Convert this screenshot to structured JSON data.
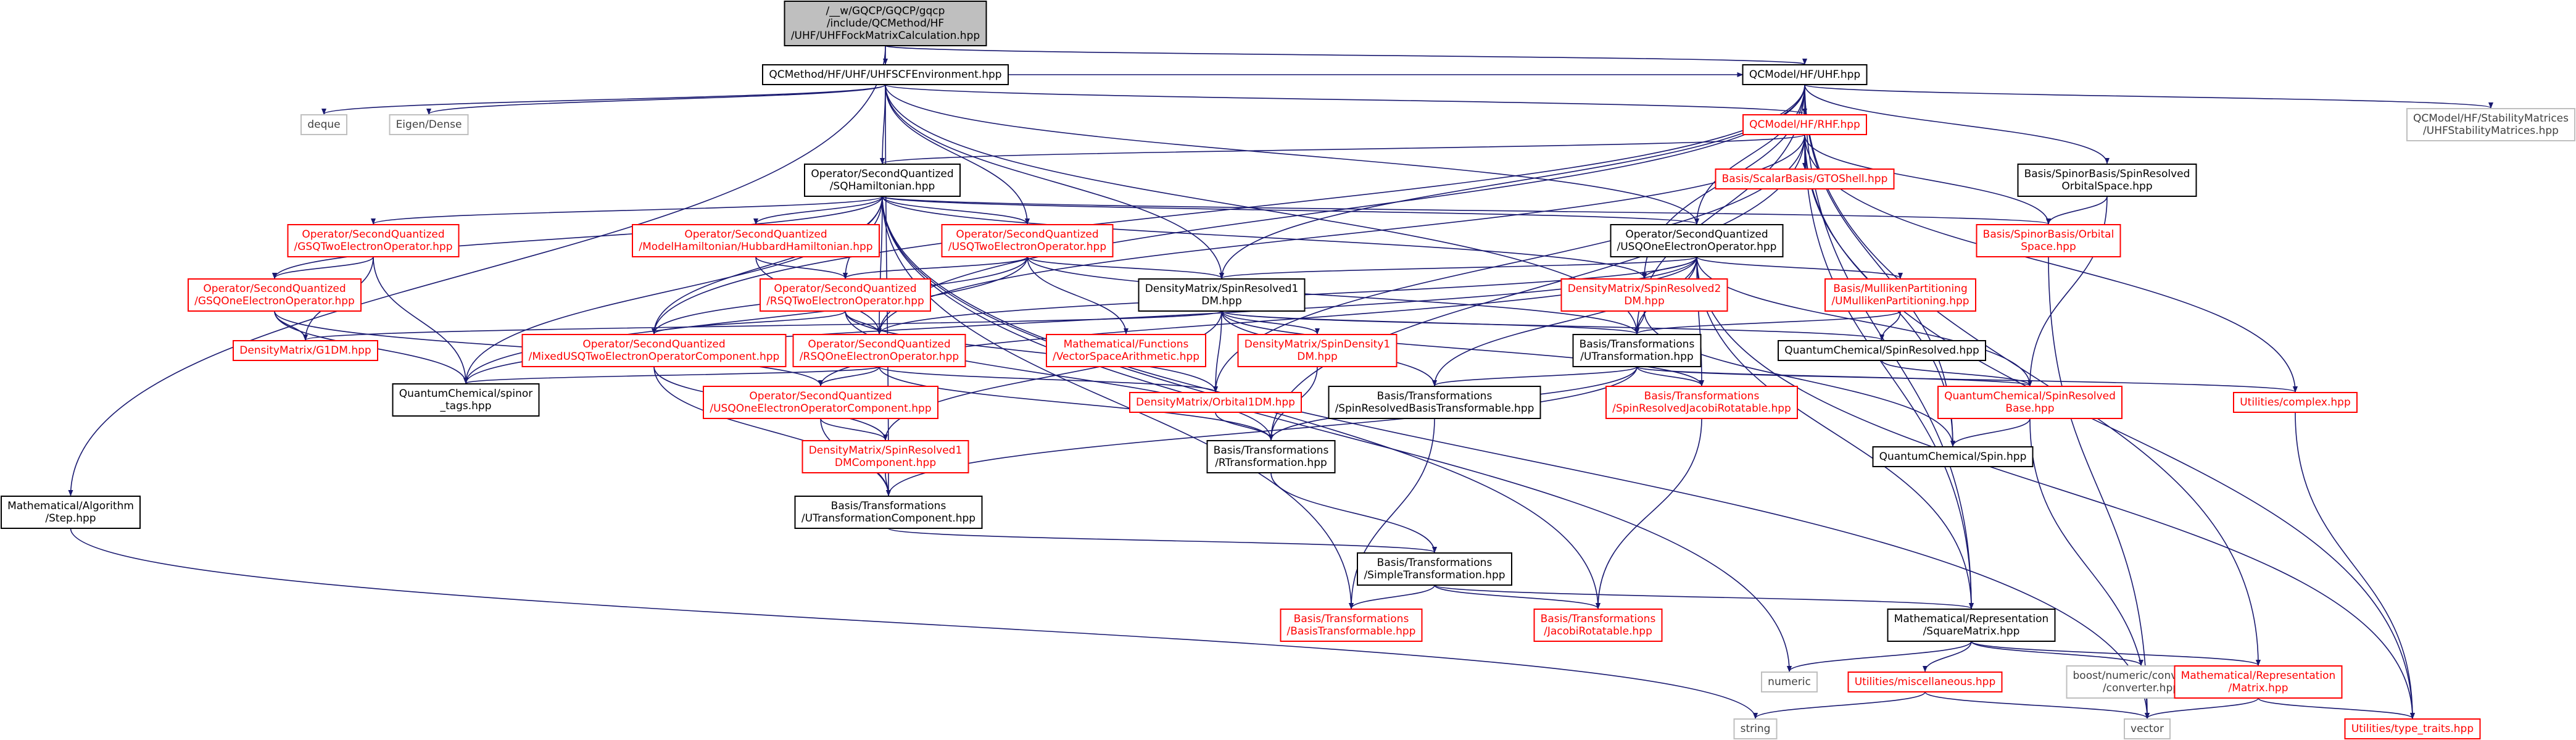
{
  "colors": {
    "edge": "#191970",
    "internal_border": "#000000",
    "red_border": "#ff0000",
    "system_border": "#bfbfbf",
    "root_fill": "#bfbfbf",
    "text_black": "#000000",
    "text_red": "#ff0000",
    "text_system": "#404040"
  },
  "nodes": [
    {
      "id": "root",
      "lines": [
        "/__w/GQCP/GQCP/gqcp",
        "/include/QCMethod/HF",
        "/UHF/UHFFockMatrixCalculation.hpp"
      ],
      "style": "root"
    },
    {
      "id": "uhfscf",
      "lines": [
        "QCMethod/HF/UHF/UHFSCFEnvironment.hpp"
      ],
      "style": "black"
    },
    {
      "id": "qcuhf",
      "lines": [
        "QCModel/HF/UHF.hpp"
      ],
      "style": "black"
    },
    {
      "id": "deque",
      "lines": [
        "deque"
      ],
      "style": "gray"
    },
    {
      "id": "eigen",
      "lines": [
        "Eigen/Dense"
      ],
      "style": "gray"
    },
    {
      "id": "rhf",
      "lines": [
        "QCModel/HF/RHF.hpp"
      ],
      "style": "red"
    },
    {
      "id": "uhfstab",
      "lines": [
        "QCModel/HF/StabilityMatrices",
        "/UHFStabilityMatrices.hpp"
      ],
      "style": "gray"
    },
    {
      "id": "sqham",
      "lines": [
        "Operator/SecondQuantized",
        "/SQHamiltonian.hpp"
      ],
      "style": "black"
    },
    {
      "id": "gto",
      "lines": [
        "Basis/ScalarBasis/GTOShell.hpp"
      ],
      "style": "red"
    },
    {
      "id": "srorb",
      "lines": [
        "Basis/SpinorBasis/SpinResolved",
        "OrbitalSpace.hpp"
      ],
      "style": "black"
    },
    {
      "id": "gsqtwo",
      "lines": [
        "Operator/SecondQuantized",
        "/GSQTwoElectronOperator.hpp"
      ],
      "style": "red"
    },
    {
      "id": "hubbard",
      "lines": [
        "Operator/SecondQuantized",
        "/ModelHamiltonian/HubbardHamiltonian.hpp"
      ],
      "style": "red"
    },
    {
      "id": "usqtwo",
      "lines": [
        "Operator/SecondQuantized",
        "/USQTwoElectronOperator.hpp"
      ],
      "style": "red"
    },
    {
      "id": "usqone",
      "lines": [
        "Operator/SecondQuantized",
        "/USQOneElectronOperator.hpp"
      ],
      "style": "black"
    },
    {
      "id": "orbspace",
      "lines": [
        "Basis/SpinorBasis/Orbital",
        "Space.hpp"
      ],
      "style": "red"
    },
    {
      "id": "gsqone",
      "lines": [
        "Operator/SecondQuantized",
        "/GSQOneElectronOperator.hpp"
      ],
      "style": "red"
    },
    {
      "id": "rsqtwo",
      "lines": [
        "Operator/SecondQuantized",
        "/RSQTwoElectronOperator.hpp"
      ],
      "style": "red"
    },
    {
      "id": "dmsr1",
      "lines": [
        "DensityMatrix/SpinResolved1",
        "DM.hpp"
      ],
      "style": "black"
    },
    {
      "id": "dmsr2",
      "lines": [
        "DensityMatrix/SpinResolved2",
        "DM.hpp"
      ],
      "style": "red"
    },
    {
      "id": "mulliken",
      "lines": [
        "Basis/MullikenPartitioning",
        "/UMullikenPartitioning.hpp"
      ],
      "style": "red"
    },
    {
      "id": "g1dm",
      "lines": [
        "DensityMatrix/G1DM.hpp"
      ],
      "style": "red"
    },
    {
      "id": "mixed",
      "lines": [
        "Operator/SecondQuantized",
        "/MixedUSQTwoElectronOperatorComponent.hpp"
      ],
      "style": "red"
    },
    {
      "id": "rsqone",
      "lines": [
        "Operator/SecondQuantized",
        "/RSQOneElectronOperator.hpp"
      ],
      "style": "red"
    },
    {
      "id": "vsa",
      "lines": [
        "Mathematical/Functions",
        "/VectorSpaceArithmetic.hpp"
      ],
      "style": "red"
    },
    {
      "id": "dmsrd1",
      "lines": [
        "DensityMatrix/SpinDensity1",
        "DM.hpp"
      ],
      "style": "red"
    },
    {
      "id": "utrans",
      "lines": [
        "Basis/Transformations",
        "/UTransformation.hpp"
      ],
      "style": "black"
    },
    {
      "id": "qcsr",
      "lines": [
        "QuantumChemical/SpinResolved.hpp"
      ],
      "style": "black"
    },
    {
      "id": "spinortags",
      "lines": [
        "QuantumChemical/spinor",
        "_tags.hpp"
      ],
      "style": "black"
    },
    {
      "id": "usqonecomp",
      "lines": [
        "Operator/SecondQuantized",
        "/USQOneElectronOperatorComponent.hpp"
      ],
      "style": "red"
    },
    {
      "id": "orb1dm",
      "lines": [
        "DensityMatrix/Orbital1DM.hpp"
      ],
      "style": "red"
    },
    {
      "id": "srbt",
      "lines": [
        "Basis/Transformations",
        "/SpinResolvedBasisTransformable.hpp"
      ],
      "style": "black"
    },
    {
      "id": "srjr",
      "lines": [
        "Basis/Transformations",
        "/SpinResolvedJacobiRotatable.hpp"
      ],
      "style": "red"
    },
    {
      "id": "qcsrbase",
      "lines": [
        "QuantumChemical/SpinResolved",
        "Base.hpp"
      ],
      "style": "red"
    },
    {
      "id": "complex",
      "lines": [
        "Utilities/complex.hpp"
      ],
      "style": "red"
    },
    {
      "id": "dmsr1comp",
      "lines": [
        "DensityMatrix/SpinResolved1",
        "DMComponent.hpp"
      ],
      "style": "red"
    },
    {
      "id": "rtrans",
      "lines": [
        "Basis/Transformations",
        "/RTransformation.hpp"
      ],
      "style": "black"
    },
    {
      "id": "qcspin",
      "lines": [
        "QuantumChemical/Spin.hpp"
      ],
      "style": "black"
    },
    {
      "id": "step",
      "lines": [
        "Mathematical/Algorithm",
        "/Step.hpp"
      ],
      "style": "black"
    },
    {
      "id": "utranscomp",
      "lines": [
        "Basis/Transformations",
        "/UTransformationComponent.hpp"
      ],
      "style": "black"
    },
    {
      "id": "simple",
      "lines": [
        "Basis/Transformations",
        "/SimpleTransformation.hpp"
      ],
      "style": "black"
    },
    {
      "id": "basist",
      "lines": [
        "Basis/Transformations",
        "/BasisTransformable.hpp"
      ],
      "style": "red"
    },
    {
      "id": "jacobi",
      "lines": [
        "Basis/Transformations",
        "/JacobiRotatable.hpp"
      ],
      "style": "red"
    },
    {
      "id": "square",
      "lines": [
        "Mathematical/Representation",
        "/SquareMatrix.hpp"
      ],
      "style": "black"
    },
    {
      "id": "numeric",
      "lines": [
        "numeric"
      ],
      "style": "gray"
    },
    {
      "id": "misc",
      "lines": [
        "Utilities/miscellaneous.hpp"
      ],
      "style": "red"
    },
    {
      "id": "boostconv",
      "lines": [
        "boost/numeric/conversion",
        "/converter.hpp"
      ],
      "style": "gray"
    },
    {
      "id": "matrix",
      "lines": [
        "Mathematical/Representation",
        "/Matrix.hpp"
      ],
      "style": "red"
    },
    {
      "id": "string",
      "lines": [
        "string"
      ],
      "style": "gray"
    },
    {
      "id": "vector",
      "lines": [
        "vector"
      ],
      "style": "gray"
    },
    {
      "id": "typetraits",
      "lines": [
        "Utilities/type_traits.hpp"
      ],
      "style": "red"
    }
  ],
  "edges": [
    [
      "root",
      "uhfscf"
    ],
    [
      "root",
      "qcuhf"
    ],
    [
      "root",
      "step"
    ],
    [
      "uhfscf",
      "deque"
    ],
    [
      "uhfscf",
      "eigen"
    ],
    [
      "uhfscf",
      "rhf"
    ],
    [
      "uhfscf",
      "sqham"
    ],
    [
      "uhfscf",
      "usqone"
    ],
    [
      "uhfscf",
      "dmsr1"
    ],
    [
      "uhfscf",
      "utrans"
    ],
    [
      "uhfscf",
      "utranscomp"
    ],
    [
      "uhfscf",
      "usqtwo"
    ],
    [
      "uhfscf",
      "qcuhf"
    ],
    [
      "qcuhf",
      "rhf"
    ],
    [
      "qcuhf",
      "uhfstab"
    ],
    [
      "qcuhf",
      "srorb"
    ],
    [
      "qcuhf",
      "usqone"
    ],
    [
      "qcuhf",
      "dmsr1"
    ],
    [
      "qcuhf",
      "dmsr2"
    ],
    [
      "qcuhf",
      "utrans"
    ],
    [
      "qcuhf",
      "square"
    ],
    [
      "qcuhf",
      "qcspin"
    ],
    [
      "qcuhf",
      "matrix"
    ],
    [
      "qcuhf",
      "mixed"
    ],
    [
      "qcuhf",
      "rsqone"
    ],
    [
      "rhf",
      "sqham"
    ],
    [
      "rhf",
      "gto"
    ],
    [
      "rhf",
      "orbspace"
    ],
    [
      "rhf",
      "rsqone"
    ],
    [
      "rhf",
      "orb1dm"
    ],
    [
      "rhf",
      "square"
    ],
    [
      "rhf",
      "complex"
    ],
    [
      "rhf",
      "typetraits"
    ],
    [
      "rhf",
      "qcspin"
    ],
    [
      "rhf",
      "rtrans"
    ],
    [
      "sqham",
      "gsqtwo"
    ],
    [
      "sqham",
      "hubbard"
    ],
    [
      "sqham",
      "usqtwo"
    ],
    [
      "sqham",
      "gsqone"
    ],
    [
      "sqham",
      "rsqtwo"
    ],
    [
      "sqham",
      "mixed"
    ],
    [
      "sqham",
      "rsqone"
    ],
    [
      "sqham",
      "usqone"
    ],
    [
      "sqham",
      "spinortags"
    ],
    [
      "sqham",
      "basist"
    ],
    [
      "sqham",
      "jacobi"
    ],
    [
      "sqham",
      "numeric"
    ],
    [
      "sqham",
      "vector"
    ],
    [
      "sqham",
      "dmsr2"
    ],
    [
      "sqham",
      "orbspace"
    ],
    [
      "srorb",
      "orbspace"
    ],
    [
      "srorb",
      "qcsrbase"
    ],
    [
      "gsqtwo",
      "gsqone"
    ],
    [
      "gsqtwo",
      "g1dm"
    ],
    [
      "gsqtwo",
      "spinortags"
    ],
    [
      "hubbard",
      "rsqtwo"
    ],
    [
      "hubbard",
      "rsqone"
    ],
    [
      "usqtwo",
      "mixed"
    ],
    [
      "usqtwo",
      "rsqtwo"
    ],
    [
      "usqtwo",
      "vsa"
    ],
    [
      "usqtwo",
      "dmsr1"
    ],
    [
      "usqtwo",
      "utrans"
    ],
    [
      "usqtwo",
      "spinortags"
    ],
    [
      "usqone",
      "dmsr1"
    ],
    [
      "usqone",
      "dmsr2"
    ],
    [
      "usqone",
      "mulliken"
    ],
    [
      "usqone",
      "utrans"
    ],
    [
      "usqone",
      "usqonecomp"
    ],
    [
      "usqone",
      "srbt"
    ],
    [
      "usqone",
      "srjr"
    ],
    [
      "usqone",
      "qcsrbase"
    ],
    [
      "usqone",
      "square"
    ],
    [
      "usqone",
      "rsqone"
    ],
    [
      "usqone",
      "spinortags"
    ],
    [
      "usqone",
      "typetraits"
    ],
    [
      "orbspace",
      "vector"
    ],
    [
      "gsqone",
      "g1dm"
    ],
    [
      "gsqone",
      "spinortags"
    ],
    [
      "gsqone",
      "usqonecomp"
    ],
    [
      "rsqtwo",
      "rsqone"
    ],
    [
      "rsqtwo",
      "orb1dm"
    ],
    [
      "rsqtwo",
      "mixed"
    ],
    [
      "rsqtwo",
      "rtrans"
    ],
    [
      "dmsr1",
      "g1dm"
    ],
    [
      "dmsr1",
      "dmsrd1"
    ],
    [
      "dmsr1",
      "orb1dm"
    ],
    [
      "dmsr1",
      "dmsr1comp"
    ],
    [
      "dmsr1",
      "utrans"
    ],
    [
      "dmsr1",
      "qcsr"
    ],
    [
      "dmsr1",
      "srbt"
    ],
    [
      "dmsr1",
      "srjr"
    ],
    [
      "dmsr2",
      "utrans"
    ],
    [
      "dmsr2",
      "qcspin"
    ],
    [
      "mulliken",
      "qcsr"
    ],
    [
      "mulliken",
      "utrans"
    ],
    [
      "mixed",
      "utranscomp"
    ],
    [
      "mixed",
      "dmsr1comp"
    ],
    [
      "rsqone",
      "orb1dm"
    ],
    [
      "rsqone",
      "rtrans"
    ],
    [
      "rsqone",
      "spinortags"
    ],
    [
      "rsqone",
      "usqonecomp"
    ],
    [
      "dmsrd1",
      "rtrans"
    ],
    [
      "utrans",
      "utranscomp"
    ],
    [
      "utrans",
      "rtrans"
    ],
    [
      "utrans",
      "srbt"
    ],
    [
      "utrans",
      "srjr"
    ],
    [
      "utrans",
      "qcsrbase"
    ],
    [
      "utrans",
      "complex"
    ],
    [
      "qcsr",
      "qcsrbase"
    ],
    [
      "usqonecomp",
      "dmsr1comp"
    ],
    [
      "usqonecomp",
      "utranscomp"
    ],
    [
      "orb1dm",
      "rtrans"
    ],
    [
      "srbt",
      "basist"
    ],
    [
      "srjr",
      "jacobi"
    ],
    [
      "qcsrbase",
      "qcspin"
    ],
    [
      "qcsrbase",
      "vector"
    ],
    [
      "complex",
      "typetraits"
    ],
    [
      "dmsr1comp",
      "utranscomp"
    ],
    [
      "rtrans",
      "simple"
    ],
    [
      "step",
      "string"
    ],
    [
      "utranscomp",
      "simple"
    ],
    [
      "simple",
      "basist"
    ],
    [
      "simple",
      "jacobi"
    ],
    [
      "simple",
      "square"
    ],
    [
      "square",
      "numeric"
    ],
    [
      "square",
      "misc"
    ],
    [
      "square",
      "boostconv"
    ],
    [
      "square",
      "matrix"
    ],
    [
      "misc",
      "string"
    ],
    [
      "misc",
      "vector"
    ],
    [
      "matrix",
      "vector"
    ],
    [
      "matrix",
      "typetraits"
    ]
  ]
}
